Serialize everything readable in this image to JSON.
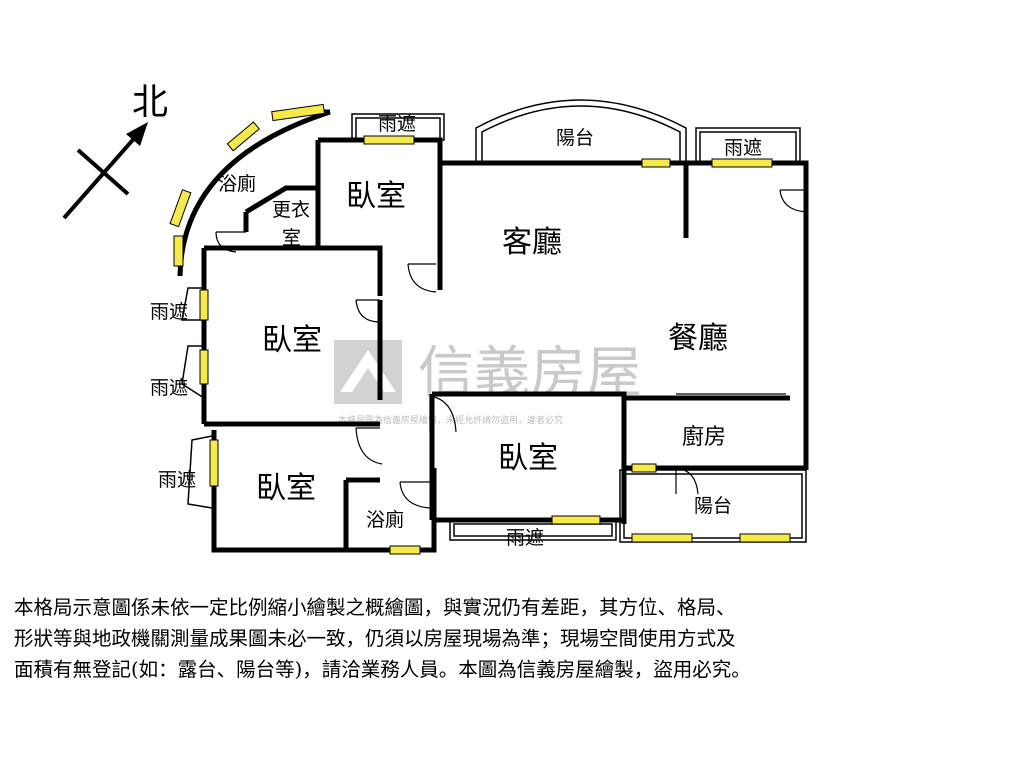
{
  "compass": {
    "label": "北"
  },
  "rooms": {
    "living": "客廳",
    "dining": "餐廳",
    "kitchen": "廚房",
    "bedroom_top": "臥室",
    "bedroom_left": "臥室",
    "bedroom_bottom_left": "臥室",
    "bedroom_center": "臥室",
    "bath_top": "浴廁",
    "bath_bottom": "浴廁",
    "closet_line1": "更衣",
    "closet_line2": "室",
    "balcony_top": "陽台",
    "balcony_right": "陽台"
  },
  "awnings": {
    "top_left": "雨遮",
    "top_right": "雨遮",
    "left_1": "雨遮",
    "left_2": "雨遮",
    "left_3": "雨遮",
    "bottom": "雨遮"
  },
  "watermark": {
    "brand": "信義房屋",
    "notice": "本格局圖為信義房屋繪製，未經允許請勿盜用，違者必究"
  },
  "disclaimer": {
    "line1": "本格局示意圖係未依一定比例縮小繪製之概繪圖，與實況仍有差距，其方位、格局、",
    "line2": "形狀等與地政機關測量成果圖未必一致，仍須以房屋現場為準；現場空間使用方式及",
    "line3": "面積有無登記(如：露台、陽台等)，請洽業務人員。本圖為信義房屋繪製，盜用必究。"
  },
  "colors": {
    "wall": "#000000",
    "window": "#f5ea4a",
    "watermark": "#c9c9c9"
  }
}
